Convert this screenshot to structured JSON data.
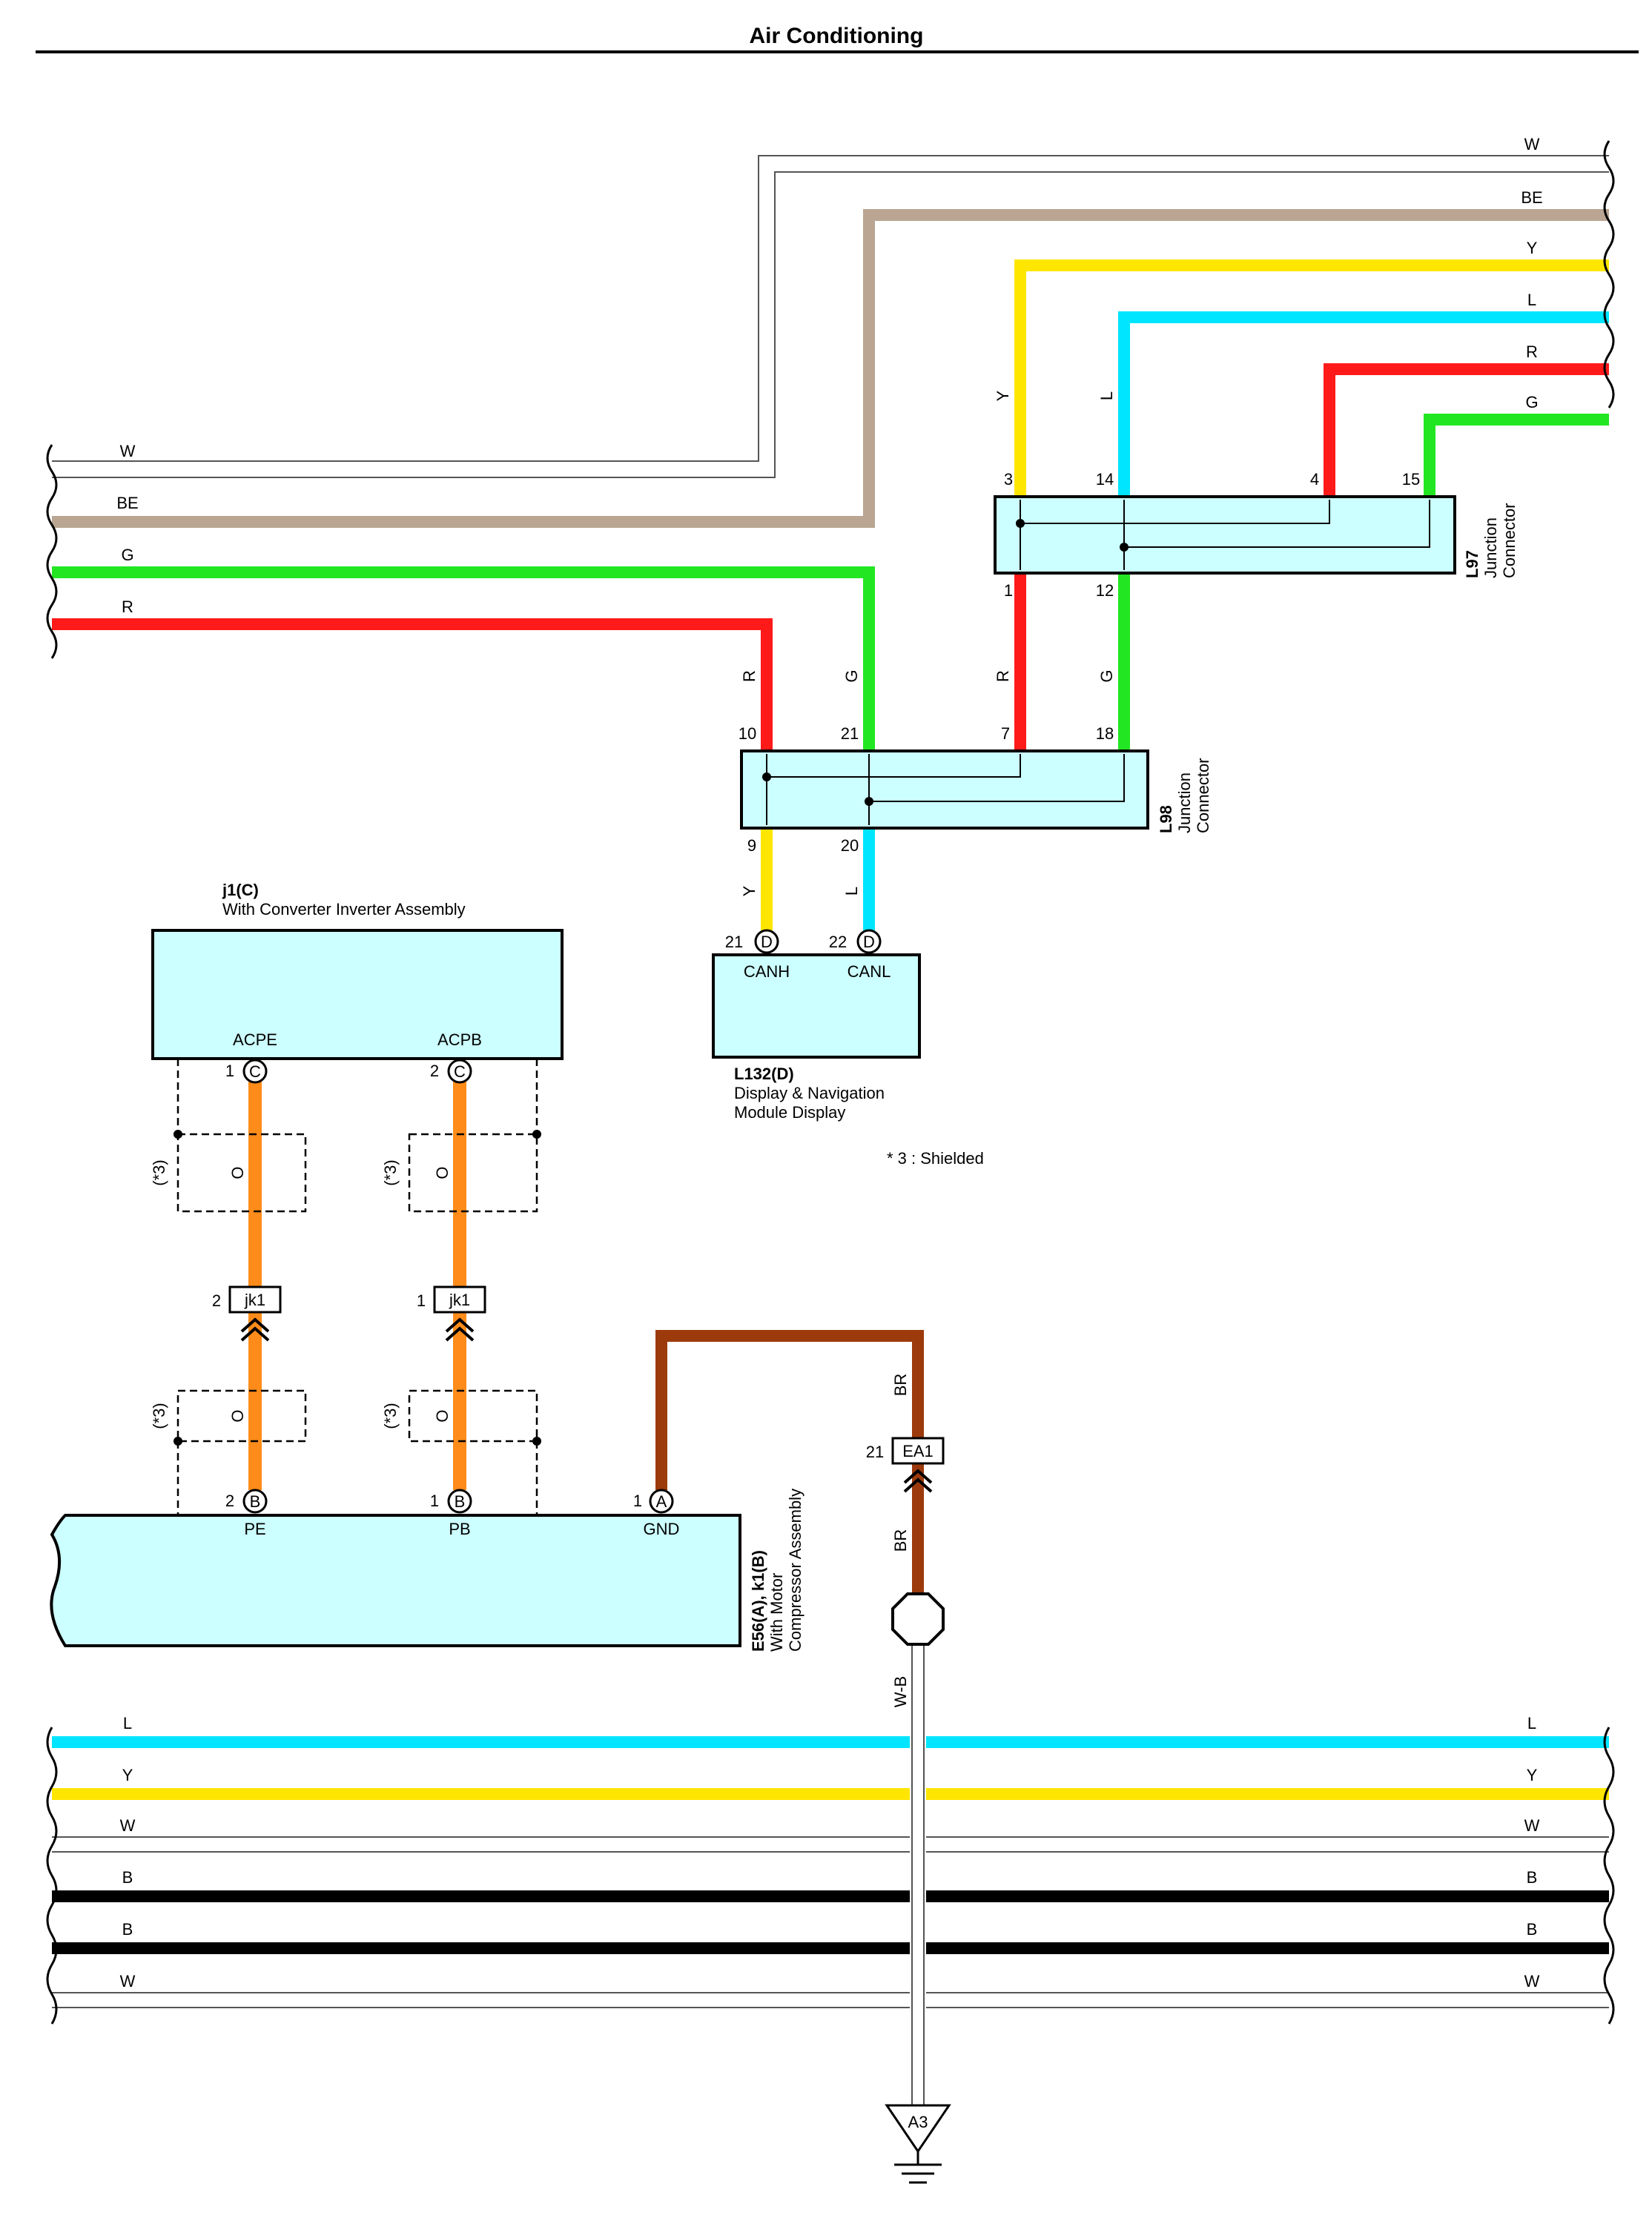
{
  "title": "Air Conditioning",
  "top_right_wires": [
    "W",
    "BE",
    "Y",
    "L",
    "R",
    "G"
  ],
  "left_wires": [
    "W",
    "BE",
    "G",
    "R"
  ],
  "vertical_wire_labels": {
    "y_to_l97": "Y",
    "l_to_l97": "L",
    "r_l98_left": "R",
    "g_l98_left": "G",
    "r_l97_l98": "R",
    "g_l97_l98": "G",
    "y_to_l132": "Y",
    "l_to_l132": "L",
    "br_upper": "BR",
    "br_lower": "BR",
    "wb": "W-B",
    "o_acpe_upper": "O",
    "o_acpb_upper": "O",
    "o_acpe_lower": "O",
    "o_acpb_lower": "O",
    "shield_1": "(*3)",
    "shield_2": "(*3)",
    "shield_3": "(*3)",
    "shield_4": "(*3)"
  },
  "l97": {
    "code": "L97",
    "name_line1": "Junction",
    "name_line2": "Connector",
    "pins_top": [
      "3",
      "14",
      "4",
      "15"
    ],
    "pins_bottom": [
      "1",
      "12"
    ]
  },
  "l98": {
    "code": "L98",
    "name_line1": "Junction",
    "name_line2": "Connector",
    "pins_top": [
      "10",
      "21",
      "7",
      "18"
    ],
    "pins_bottom": [
      "9",
      "20"
    ]
  },
  "l132": {
    "code": "L132(D)",
    "name_line1": "Display & Navigation",
    "name_line2": "Module Display",
    "pin_canh_num": "21",
    "pin_canl_num": "22",
    "pin_letter": "D",
    "canh": "CANH",
    "canl": "CANL"
  },
  "j1": {
    "code": "j1(C)",
    "name": "With Converter Inverter Assembly",
    "acpe": "ACPE",
    "acpb": "ACPB",
    "pin_acpe_num": "1",
    "pin_acpb_num": "2",
    "pin_letter": "C"
  },
  "jk1": {
    "name": "jk1",
    "pin_left": "2",
    "pin_right": "1"
  },
  "ea1": {
    "name": "EA1",
    "pin": "21"
  },
  "e56": {
    "code": "E56(A), k1(B)",
    "name_line1": "With Motor",
    "name_line2": "Compressor Assembly",
    "pe": "PE",
    "pb": "PB",
    "gnd": "GND",
    "pin_pe_num": "2",
    "pin_pb_num": "1",
    "pin_gnd_num": "1",
    "pin_letter_b": "B",
    "pin_letter_a": "A"
  },
  "shield_note": "* 3 : Shielded",
  "bottom_wires": [
    "L",
    "Y",
    "W",
    "B",
    "B",
    "W"
  ],
  "ground": "A3",
  "colors": {
    "W": "#ffffff",
    "BE": "#b9a591",
    "Y": "#ffe600",
    "L": "#00e5ff",
    "R": "#ff1a1a",
    "G": "#22e622",
    "O": "#ff8c1a",
    "BR": "#9c3a0c",
    "B": "#000000",
    "box": "#ccffff"
  }
}
